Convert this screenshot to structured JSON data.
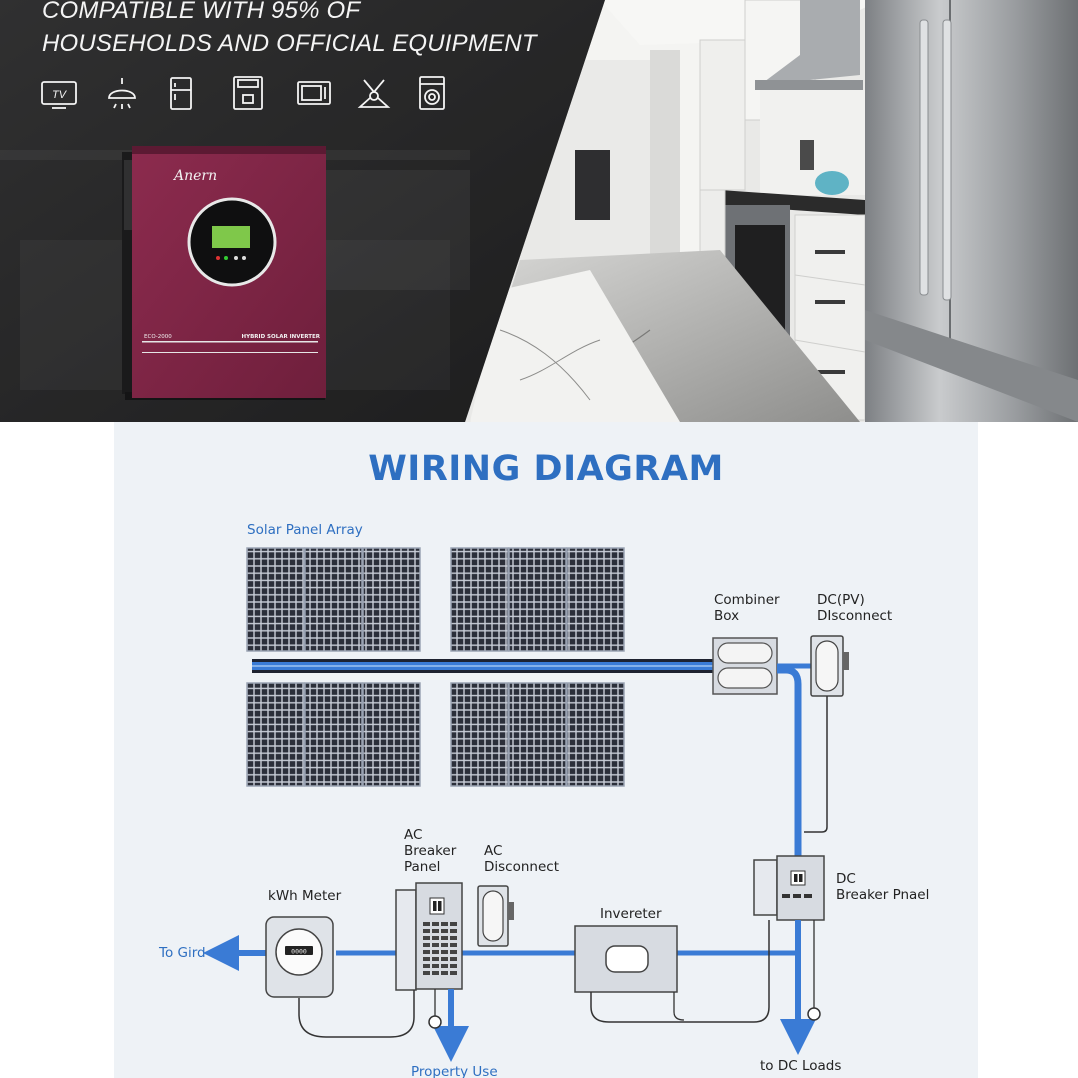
{
  "hero": {
    "headline_line1": "COMPATIBLE WITH 95% OF",
    "headline_line2": "HOUSEHOLDS AND OFFICIAL EQUIPMENT",
    "tv_icon_text": "TV",
    "icons": [
      "tv-icon",
      "ceiling-lamp-icon",
      "refrigerator-icon",
      "coffee-machine-icon",
      "microwave-icon",
      "fan-icon",
      "washing-machine-icon"
    ],
    "inverter": {
      "brand": "Anern",
      "model": "ECO-2000",
      "product_name": "HYBRID SOLAR INVERTER",
      "body_color": "#7e2545"
    }
  },
  "diagram": {
    "title": "WIRING DIAGRAM",
    "labels": {
      "solar_panel_array": "Solar Panel Array",
      "combiner_box_1": "Combiner",
      "combiner_box_2": "Box",
      "dc_pv_disconnect_1": "DC(PV)",
      "dc_pv_disconnect_2": "DIsconnect",
      "ac_breaker_panel_1": "AC",
      "ac_breaker_panel_2": "Breaker",
      "ac_breaker_panel_3": "Panel",
      "ac_disconnect_1": "AC",
      "ac_disconnect_2": "Disconnect",
      "kwh_meter": "kWh Meter",
      "inverter": "Invereter",
      "dc_breaker_panel_1": "DC",
      "dc_breaker_panel_2": "Breaker Pnael",
      "to_grid": "To Gird",
      "property_use": "Property Use",
      "to_dc_loads": "to DC Loads",
      "meter_display": "0000"
    },
    "colors": {
      "title": "#2e6fc1",
      "wire": "#3a7bd5",
      "background": "#eef2f6",
      "panel_cell": "#2b2f3a"
    }
  }
}
